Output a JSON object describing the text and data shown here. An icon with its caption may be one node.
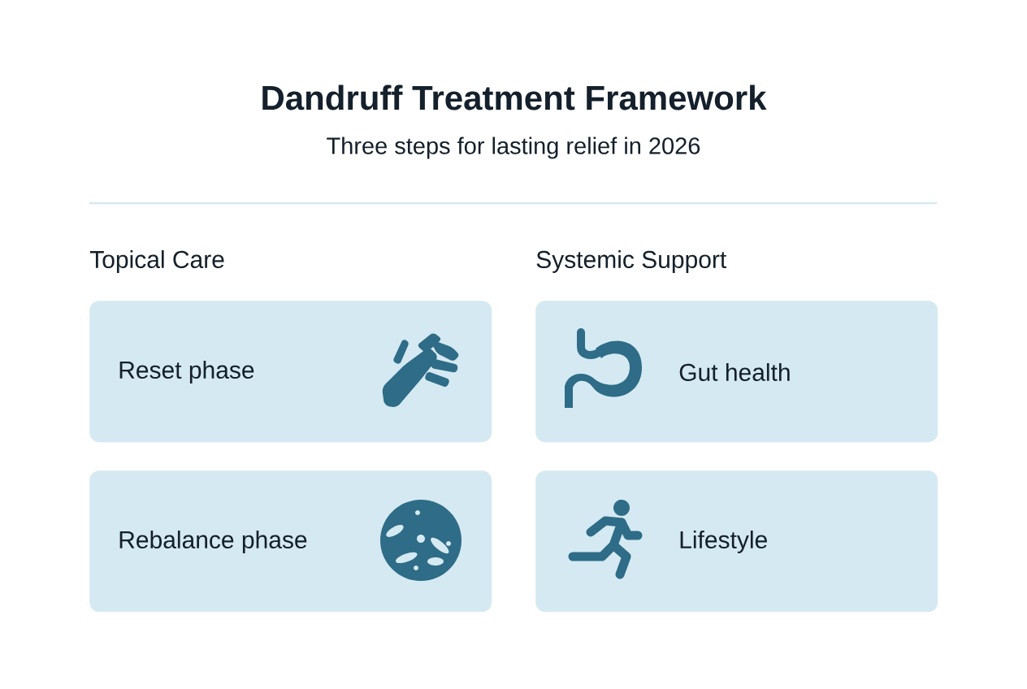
{
  "diagram": {
    "title": "Dandruff Treatment Framework",
    "caption": "Three steps for lasting relief in 2026",
    "nodes": [
      {
        "text": [
          "Reset phase"
        ]
      },
      {
        "text": [
          "Gut health"
        ]
      },
      {
        "text": [
          "Rebalance phase"
        ]
      },
      {
        "text": [
          "Lifestyle"
        ]
      }
    ],
    "labels": [
      "Topical Care",
      "Systemic Support"
    ]
  }
}
